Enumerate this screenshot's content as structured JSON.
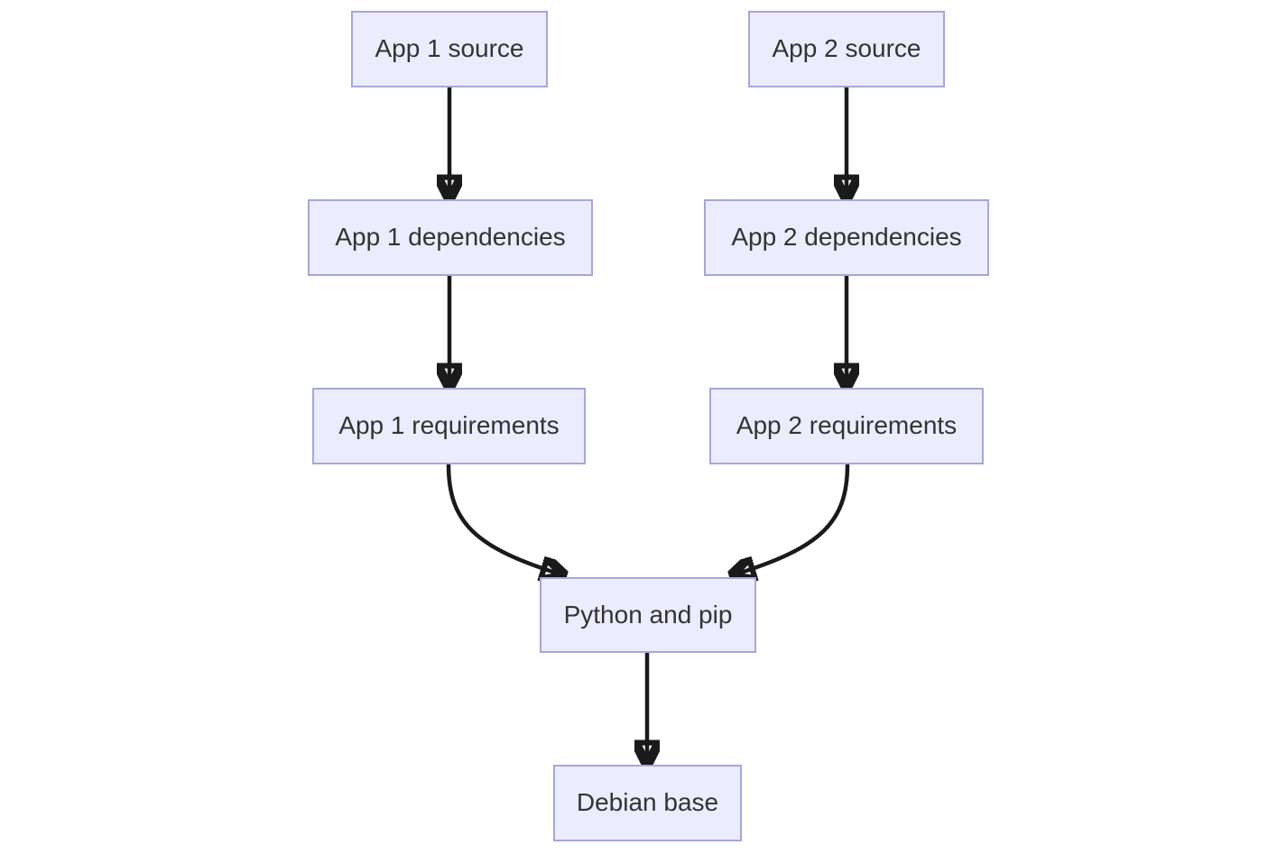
{
  "diagram": {
    "type": "flowchart",
    "direction": "top-down",
    "nodes": [
      {
        "id": "app1_source",
        "label": "App 1 source"
      },
      {
        "id": "app2_source",
        "label": "App 2 source"
      },
      {
        "id": "app1_dependencies",
        "label": "App 1 dependencies"
      },
      {
        "id": "app2_dependencies",
        "label": "App 2 dependencies"
      },
      {
        "id": "app1_requirements",
        "label": "App 1 requirements"
      },
      {
        "id": "app2_requirements",
        "label": "App 2 requirements"
      },
      {
        "id": "python_pip",
        "label": "Python and pip"
      },
      {
        "id": "debian_base",
        "label": "Debian base"
      }
    ],
    "edges": [
      {
        "from": "App 1 source",
        "to": "App 1 dependencies"
      },
      {
        "from": "App 2 source",
        "to": "App 2 dependencies"
      },
      {
        "from": "App 1 dependencies",
        "to": "App 1 requirements"
      },
      {
        "from": "App 2 dependencies",
        "to": "App 2 requirements"
      },
      {
        "from": "App 1 requirements",
        "to": "Python and pip"
      },
      {
        "from": "App 2 requirements",
        "to": "Python and pip"
      },
      {
        "from": "Python and pip",
        "to": "Debian base"
      }
    ],
    "colors": {
      "background": "#ffffff",
      "node_fill": "#ececff",
      "node_border": "#a6a6dc",
      "node_text": "#333333",
      "edge": "#1a1a1a"
    }
  }
}
